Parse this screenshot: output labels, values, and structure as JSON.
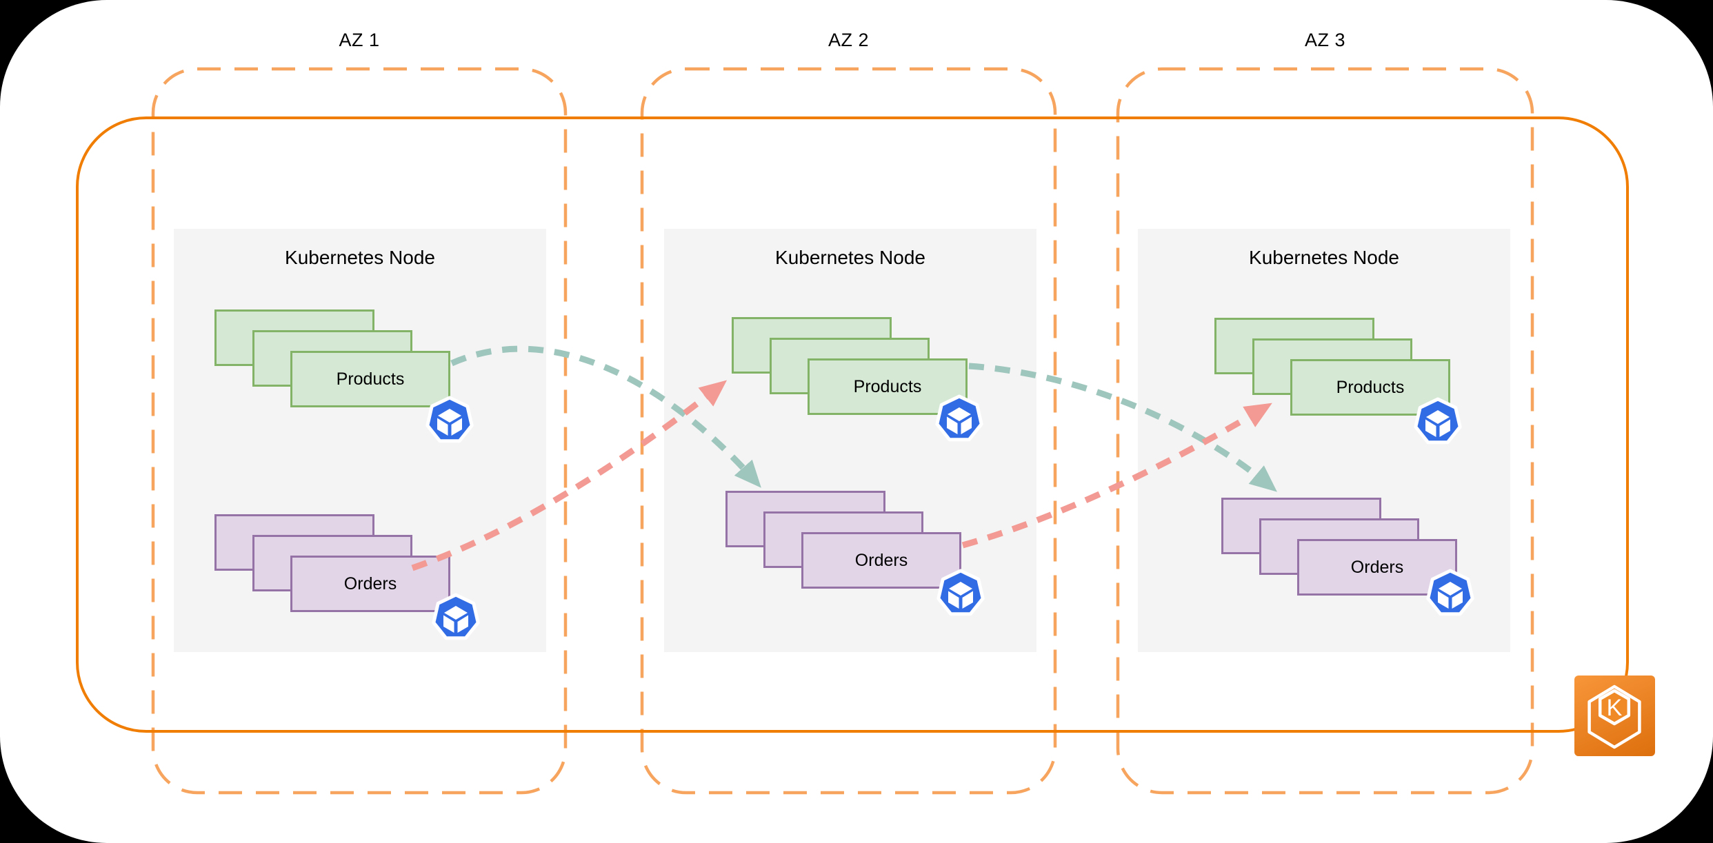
{
  "colors": {
    "page-bg": "#000000",
    "canvas-bg": "#ffffff",
    "cluster-border": "#f07d00",
    "zone-border": "#f6a45e",
    "node-bg": "#f4f4f4",
    "products-fill": "#d5e8d4",
    "products-border": "#82b366",
    "orders-fill": "#e1d5e7",
    "orders-border": "#9673a6",
    "teal-arrow": "#9ec6bc",
    "pink-arrow": "#f29a93",
    "pod-blue": "#326ce5",
    "eks-orange-1": "#f8963a",
    "eks-orange-mid": "#f08a26",
    "eks-orange-2": "#dd6f0d",
    "label-color": "#000000"
  },
  "zones": [
    {
      "label": "AZ 1",
      "node": {
        "title": "Kubernetes Node",
        "workloads": [
          {
            "label": "Products"
          },
          {
            "label": "Orders"
          }
        ]
      }
    },
    {
      "label": "AZ 2",
      "node": {
        "title": "Kubernetes Node",
        "workloads": [
          {
            "label": "Products"
          },
          {
            "label": "Orders"
          }
        ]
      }
    },
    {
      "label": "AZ 3",
      "node": {
        "title": "Kubernetes Node",
        "workloads": [
          {
            "label": "Products"
          },
          {
            "label": "Orders"
          }
        ]
      }
    }
  ],
  "cluster": {
    "icon": "eks-icon",
    "icon_letter": "K"
  },
  "icons": {
    "pod": "kubernetes-pod-icon"
  },
  "connections": [
    {
      "from": "az1-products",
      "to": "az2-orders",
      "style": "teal-dashed"
    },
    {
      "from": "az1-orders",
      "to": "az2-products",
      "style": "pink-dashed"
    },
    {
      "from": "az2-products",
      "to": "az3-orders",
      "style": "teal-dashed"
    },
    {
      "from": "az2-orders",
      "to": "az3-products",
      "style": "pink-dashed"
    }
  ]
}
